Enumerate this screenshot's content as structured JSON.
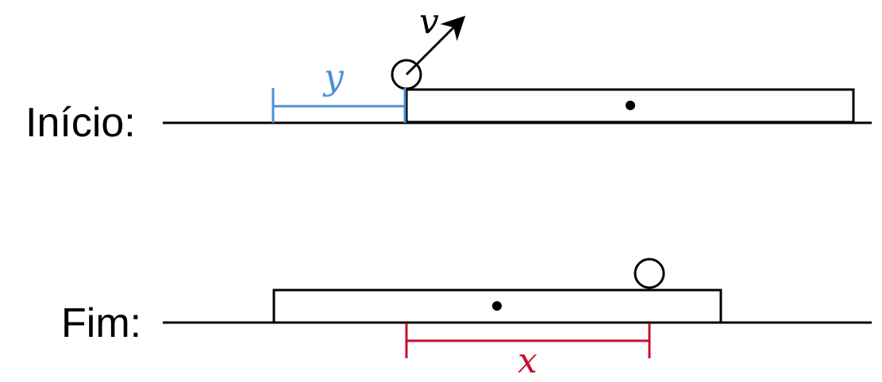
{
  "labels": {
    "start": "Início:",
    "end": "Fim:"
  },
  "symbols": {
    "velocity": "v",
    "y": "y",
    "x": "x"
  },
  "colors": {
    "line": "#000000",
    "y_dimension": "#4a90d9",
    "x_dimension": "#c8102e"
  }
}
